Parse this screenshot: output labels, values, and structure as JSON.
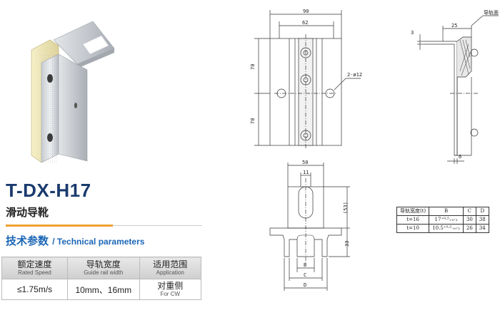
{
  "product": {
    "model": "T-DX-H17",
    "name": "滑动导靴"
  },
  "section": {
    "title_cn": "技术参数",
    "title_en": "/ Technical parameters"
  },
  "params_table": {
    "headers": [
      {
        "cn": "额定速度",
        "en": "Rated Speed"
      },
      {
        "cn": "导轨宽度",
        "en": "Guide rail width"
      },
      {
        "cn": "适用范围",
        "en": "Application"
      }
    ],
    "row": {
      "speed": "≤1.75m/s",
      "rail_width": "10mm、16mm",
      "application_cn": "对重侧",
      "application_en": "For CW"
    }
  },
  "drawing": {
    "dim_90": "90",
    "dim_62": "62",
    "dim_70_top": "70",
    "dim_70_bottom": "70",
    "hole_label": "2-ø12",
    "dim_25": "25",
    "dim_3": "3",
    "dim_6": "6",
    "rail_face_label": "导轨面",
    "dim_50": "50",
    "dim_11": "11",
    "dim_53": "(53)",
    "dim_33": "33",
    "label_b": "B",
    "label_c": "C",
    "label_d": "D"
  },
  "dim_table": {
    "headers": [
      "导轨宽度(t)",
      "B",
      "C",
      "D"
    ],
    "rows": [
      [
        "t=16",
        "17⁺⁰·⁵₊₀·₂",
        "30",
        "38"
      ],
      [
        "t=10",
        "10.5⁺⁰·⁵₊₀·₂",
        "26",
        "34"
      ]
    ]
  },
  "colors": {
    "title": "#1a3a6e",
    "section": "#1b66b5",
    "accent": "#f0a030"
  }
}
